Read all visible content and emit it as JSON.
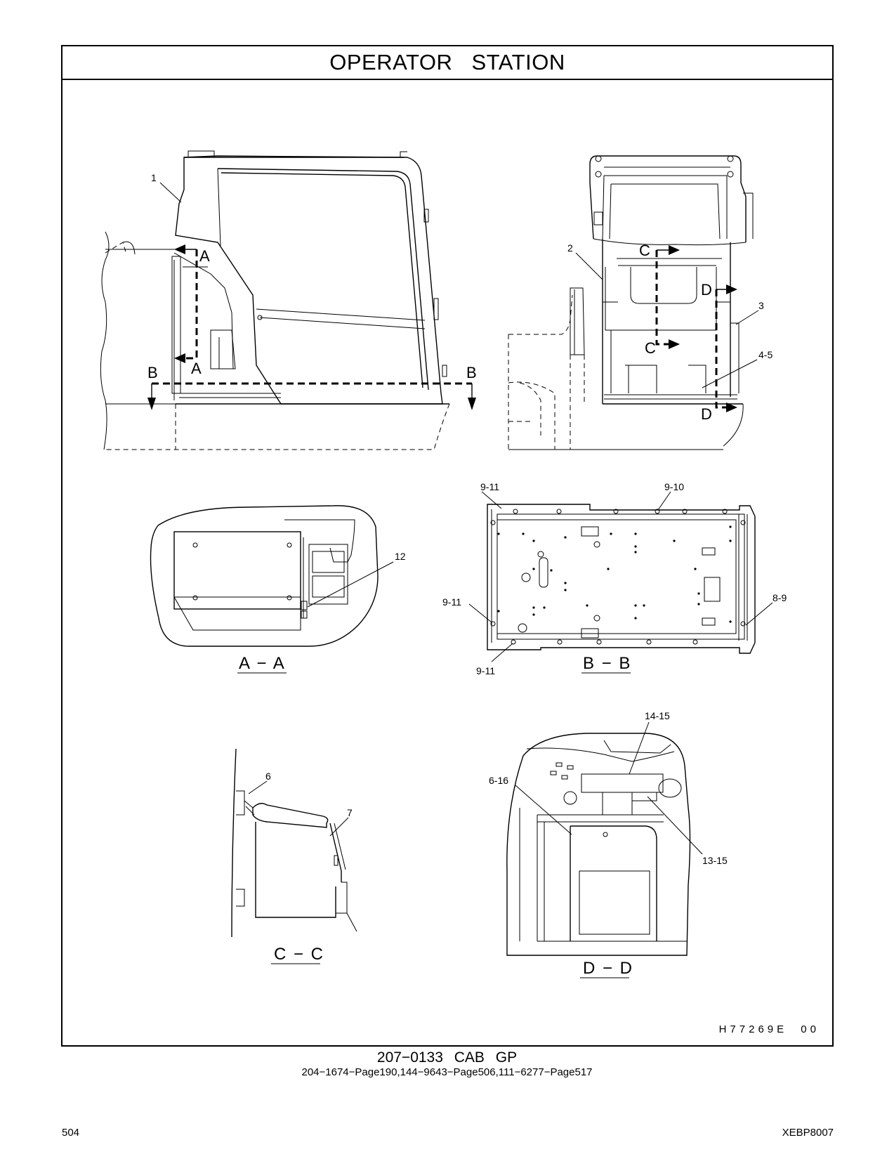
{
  "header": {
    "title": "OPERATOR   STATION"
  },
  "callouts": {
    "c1": "1",
    "c2": "2",
    "c3": "3",
    "c4_5": "4-5",
    "c9_11_top": "9-11",
    "c9_10": "9-10",
    "c9_11_left": "9-11",
    "c9_11_bottom": "9-11",
    "c8_9": "8-9",
    "c12": "12",
    "c6": "6",
    "c7": "7",
    "c14_15": "14-15",
    "c6_16": "6-16",
    "c13_15": "13-15"
  },
  "section_marks": {
    "a_top": "A",
    "a_bottom": "A",
    "b_left": "B",
    "b_right": "B",
    "c_top": "C",
    "c_bottom": "C",
    "d_top": "D",
    "d_bottom": "D"
  },
  "section_titles": {
    "aa": "A − A",
    "bb": "B − B",
    "cc": "C − C",
    "dd": "D − D"
  },
  "drawing_code": "H77269E   00",
  "footer": {
    "part_title": "207−0133   CAB   GP",
    "references": "204−1674−Page190,144−9643−Page506,111−6277−Page517",
    "page_number": "504",
    "document_code": "XEBP8007"
  }
}
